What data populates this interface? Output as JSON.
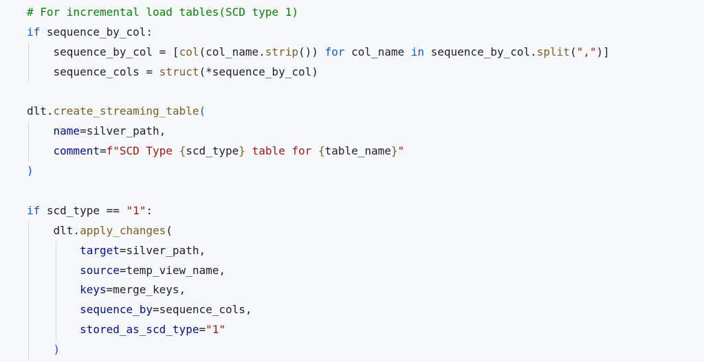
{
  "lines": [
    {
      "indent": 0,
      "tokens": [
        {
          "t": "# For incremental load tables(SCD type 1)",
          "c": "cm"
        }
      ]
    },
    {
      "indent": 0,
      "tokens": [
        {
          "t": "if",
          "c": "kw"
        },
        {
          "t": " sequence_by_col:",
          "c": "pl"
        }
      ]
    },
    {
      "indent": 1,
      "tokens": [
        {
          "t": "sequence_by_col",
          "c": "pl"
        },
        {
          "t": " = [",
          "c": "pl"
        },
        {
          "t": "col",
          "c": "fn"
        },
        {
          "t": "(col_name.",
          "c": "pl"
        },
        {
          "t": "strip",
          "c": "fn"
        },
        {
          "t": "()) ",
          "c": "pl"
        },
        {
          "t": "for",
          "c": "kw"
        },
        {
          "t": " col_name ",
          "c": "pl"
        },
        {
          "t": "in",
          "c": "kw"
        },
        {
          "t": " sequence_by_col.",
          "c": "pl"
        },
        {
          "t": "split",
          "c": "fn"
        },
        {
          "t": "(",
          "c": "pl"
        },
        {
          "t": "\",\"",
          "c": "str"
        },
        {
          "t": ")]",
          "c": "pl"
        }
      ]
    },
    {
      "indent": 1,
      "tokens": [
        {
          "t": "sequence_cols",
          "c": "pl"
        },
        {
          "t": " = ",
          "c": "pl"
        },
        {
          "t": "struct",
          "c": "fn"
        },
        {
          "t": "(*sequence_by_col)",
          "c": "pl"
        }
      ]
    },
    {
      "indent": 0,
      "tokens": []
    },
    {
      "indent": 0,
      "tokens": [
        {
          "t": "dlt.",
          "c": "pl"
        },
        {
          "t": "create_streaming_table",
          "c": "fn"
        },
        {
          "t": "(",
          "c": "kw"
        }
      ]
    },
    {
      "indent": 1,
      "tokens": [
        {
          "t": "name",
          "c": "var"
        },
        {
          "t": "=silver_path,",
          "c": "pl"
        }
      ]
    },
    {
      "indent": 1,
      "tokens": [
        {
          "t": "comment",
          "c": "var"
        },
        {
          "t": "=",
          "c": "pl"
        },
        {
          "t": "f\"SCD Type ",
          "c": "str"
        },
        {
          "t": "{",
          "c": "fn"
        },
        {
          "t": "scd_type",
          "c": "pl"
        },
        {
          "t": "}",
          "c": "fn"
        },
        {
          "t": " table for ",
          "c": "str"
        },
        {
          "t": "{",
          "c": "fn"
        },
        {
          "t": "table_name",
          "c": "pl"
        },
        {
          "t": "}",
          "c": "fn"
        },
        {
          "t": "\"",
          "c": "str"
        }
      ]
    },
    {
      "indent": 0,
      "tokens": [
        {
          "t": ")",
          "c": "kw"
        }
      ]
    },
    {
      "indent": 0,
      "tokens": []
    },
    {
      "indent": 0,
      "tokens": [
        {
          "t": "if",
          "c": "kw"
        },
        {
          "t": " scd_type == ",
          "c": "pl"
        },
        {
          "t": "\"1\"",
          "c": "str"
        },
        {
          "t": ":",
          "c": "pl"
        }
      ]
    },
    {
      "indent": 1,
      "tokens": [
        {
          "t": "dlt.",
          "c": "pl"
        },
        {
          "t": "apply_changes",
          "c": "fn"
        },
        {
          "t": "(",
          "c": "pl"
        }
      ]
    },
    {
      "indent": 2,
      "tokens": [
        {
          "t": "target",
          "c": "var"
        },
        {
          "t": "=silver_path,",
          "c": "pl"
        }
      ]
    },
    {
      "indent": 2,
      "tokens": [
        {
          "t": "source",
          "c": "var"
        },
        {
          "t": "=temp_view_name,",
          "c": "pl"
        }
      ]
    },
    {
      "indent": 2,
      "tokens": [
        {
          "t": "keys",
          "c": "var"
        },
        {
          "t": "=merge_keys,",
          "c": "pl"
        }
      ]
    },
    {
      "indent": 2,
      "tokens": [
        {
          "t": "sequence_by",
          "c": "var"
        },
        {
          "t": "=sequence_cols,",
          "c": "pl"
        }
      ]
    },
    {
      "indent": 2,
      "tokens": [
        {
          "t": "stored_as_scd_type",
          "c": "var"
        },
        {
          "t": "=",
          "c": "pl"
        },
        {
          "t": "\"1\"",
          "c": "str"
        }
      ]
    },
    {
      "indent": 1,
      "tokens": [
        {
          "t": ")",
          "c": "kw"
        }
      ]
    }
  ]
}
